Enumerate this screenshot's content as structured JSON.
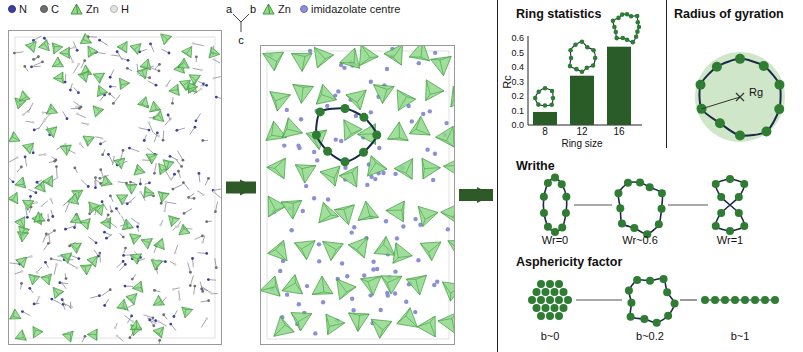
{
  "diagram": {
    "nodes": [
      {
        "text": []
      },
      {
        "text": []
      },
      {
        "text": []
      },
      {
        "text": [
          "Ring statistics"
        ],
        "in": 2
      },
      {
        "text": [
          "Radius of gyration"
        ],
        "in": 2
      },
      {
        "text": [
          "Writhe"
        ],
        "in": 2
      },
      {
        "text": [
          "Asphericity factor"
        ],
        "in": 2
      }
    ],
    "edges": [
      {
        "from": 0,
        "to": 1,
        "arrow": "to"
      },
      {
        "from": 1,
        "to": 2,
        "arrow": "to"
      }
    ],
    "labels": [
      "a",
      "b",
      "c",
      "Rc",
      "0.0",
      "0.1",
      "0.2",
      "0.3",
      "0.4",
      "0.5",
      "0.6",
      "8",
      "12",
      "16",
      "Ring size",
      "Rg",
      "Wr=0",
      "Wr~0.6",
      "Wr=1",
      "b~0",
      "b~0.2",
      "b~1"
    ],
    "legend": [
      {
        "text": "N",
        "color": "#3b3f9e"
      },
      {
        "text": "C",
        "color": "#6e6e6e"
      },
      {
        "text": "Zn"
      },
      {
        "text": "H",
        "color": "#e2e2e2"
      },
      {
        "text": "Zn"
      },
      {
        "text": "imidazolate centre",
        "color": "#8b8fd6"
      }
    ]
  }
}
